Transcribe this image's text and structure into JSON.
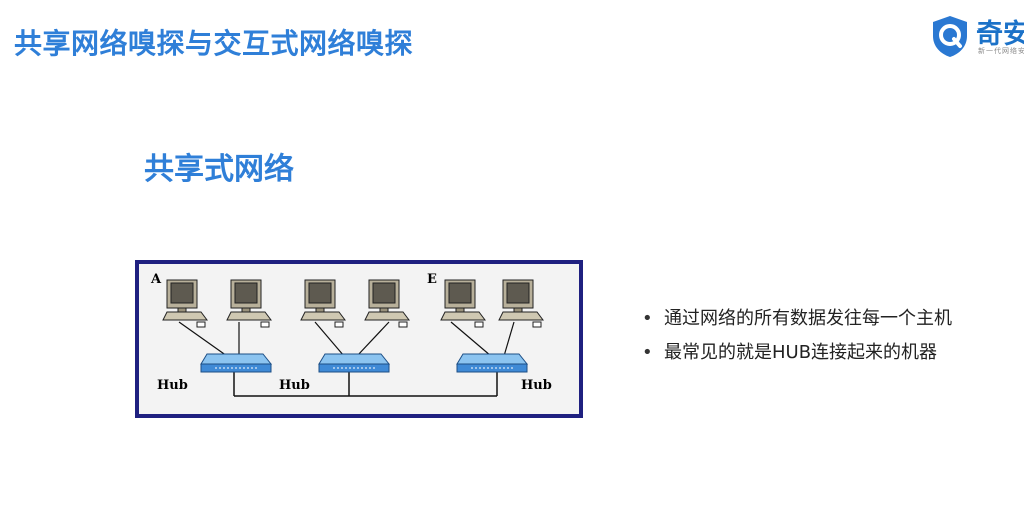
{
  "slide": {
    "title": "共享网络嗅探与交互式网络嗅探",
    "section_heading": "共享式网络"
  },
  "logo": {
    "text": "奇安",
    "subtitle": "新一代网络安",
    "shield_color": "#2a78d2",
    "icon": "shield-q-icon"
  },
  "diagram": {
    "labels": {
      "host_a": "A",
      "host_e": "E",
      "hub_left": "Hub",
      "hub_middle": "Hub",
      "hub_right": "Hub"
    },
    "border_color": "#1f2080",
    "hub_color": "#5fa8e8",
    "computer_icon": "computer-icon",
    "hub_icon": "hub-icon"
  },
  "bullets": [
    "通过网络的所有数据发往每一个主机",
    "最常见的就是HUB连接起来的机器"
  ],
  "colors": {
    "title": "#2f7fd8",
    "text": "#222222"
  }
}
